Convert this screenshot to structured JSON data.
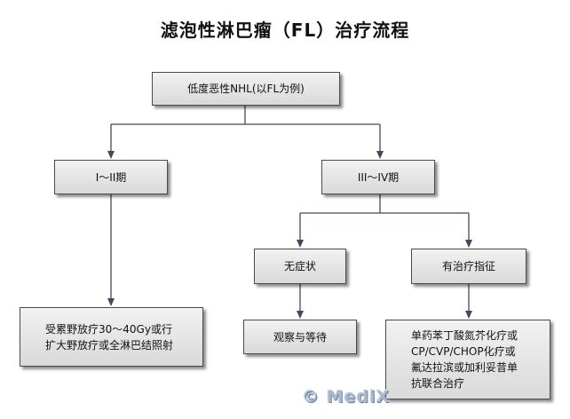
{
  "title": "滤泡性淋巴瘤（FL）治疗流程",
  "nodes": {
    "root": "低度恶性NHL(以FL为例)",
    "stage_early": "I～II期",
    "stage_late": "III～IV期",
    "early_treatment_line1": "受累野放疗30～40Gy或行",
    "early_treatment_line2": "扩大野放疗或全淋巴结照射",
    "asymptomatic": "无症状",
    "indication": "有治疗指征",
    "observe": "观察与等待",
    "treatment_line1": "单药苯丁酸氮芥化疗或",
    "treatment_line2": "CP/CVP/CHOP化疗或",
    "treatment_line3": "氟达拉滨或加利妥昔单",
    "treatment_line4": "抗联合治疗"
  },
  "watermark": "© MediX",
  "colors": {
    "connector": "#3f4a5a",
    "node_border": "#4a4a4a"
  }
}
